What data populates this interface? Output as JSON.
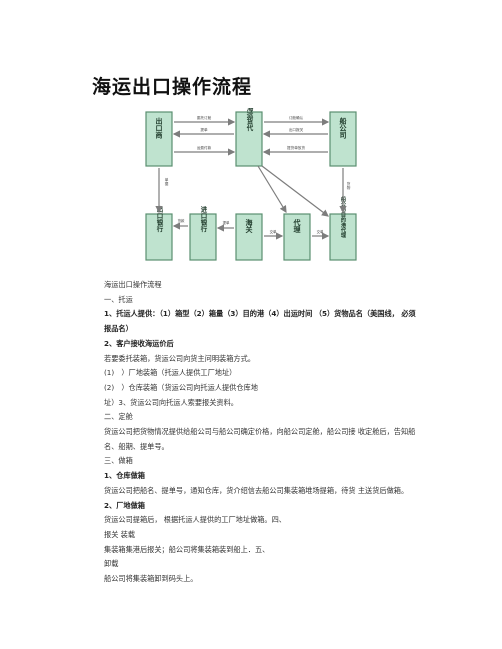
{
  "title": "海运出口操作流程",
  "diagram": {
    "boxes": {
      "exporter": "出口商",
      "shipper_agent": "海运货代",
      "shipping_co": "船公司",
      "export_bank": "出口银行",
      "buyer_bank": "进口银行",
      "customs": "海关",
      "agent": "代理",
      "dest": "船公司目的港代理"
    },
    "arrows": {
      "a1": "委托订舱",
      "a2": "提单",
      "a3": "运费付款",
      "a4": "订舱确认",
      "a5": "出口报关",
      "a6": "提货单放货",
      "a7": "单据",
      "a8": "货物",
      "a9": "货款",
      "a10": "提单",
      "a11": "交单",
      "a12": "交单"
    }
  },
  "content": {
    "heading": "海运出口操作流程",
    "s1": "一、托运",
    "s1_1": "1、托运人提供：（1）箱型（2）箱量（3）目的港（4）出运时间 （5）货物品名（美国线， 必须报品名）",
    "s1_2": "2、客户接收海运价后",
    "s1_3": "若要委托装箱，货运公司向货主问明装箱方式。",
    "s1_4": "(1)　）厂地装箱（托运人提供工厂地址）",
    "s1_5": "(2)　）仓库装箱（货运公司向托运人提供仓库地",
    "s1_6": "址）3、货运公司向托运人索要报关资料。",
    "s2": "二、定舱",
    "s2_1": "货运公司把货物情况提供给船公司与船公司确定价格，向船公司定舱，船公司接 收定舱后，告知船名、船期、提单号。",
    "s3": "三、做箱",
    "s3_1": "1、仓库做箱",
    "s3_2": "货运公司把船名、提单号，通知仓库，货介绍信去船公司集装箱堆场提箱，待货 主送货后做箱。",
    "s3_3": "2、厂地做箱",
    "s3_4": "货运公司提箱后， 根据托运人提供的工厂地址做箱。四、",
    "s3_5": "报关 装载",
    "s3_6": "集装箱集港后报关；船公司将集装箱装到船上．五、",
    "s3_7": "卸载",
    "s3_8": "船公司将集装箱卸到码头上。"
  },
  "colors": {
    "box_fill": "#bfe3cf",
    "box_border": "#5a8f70",
    "arrow": "#7d7d7d",
    "arrow_label": "#444"
  }
}
